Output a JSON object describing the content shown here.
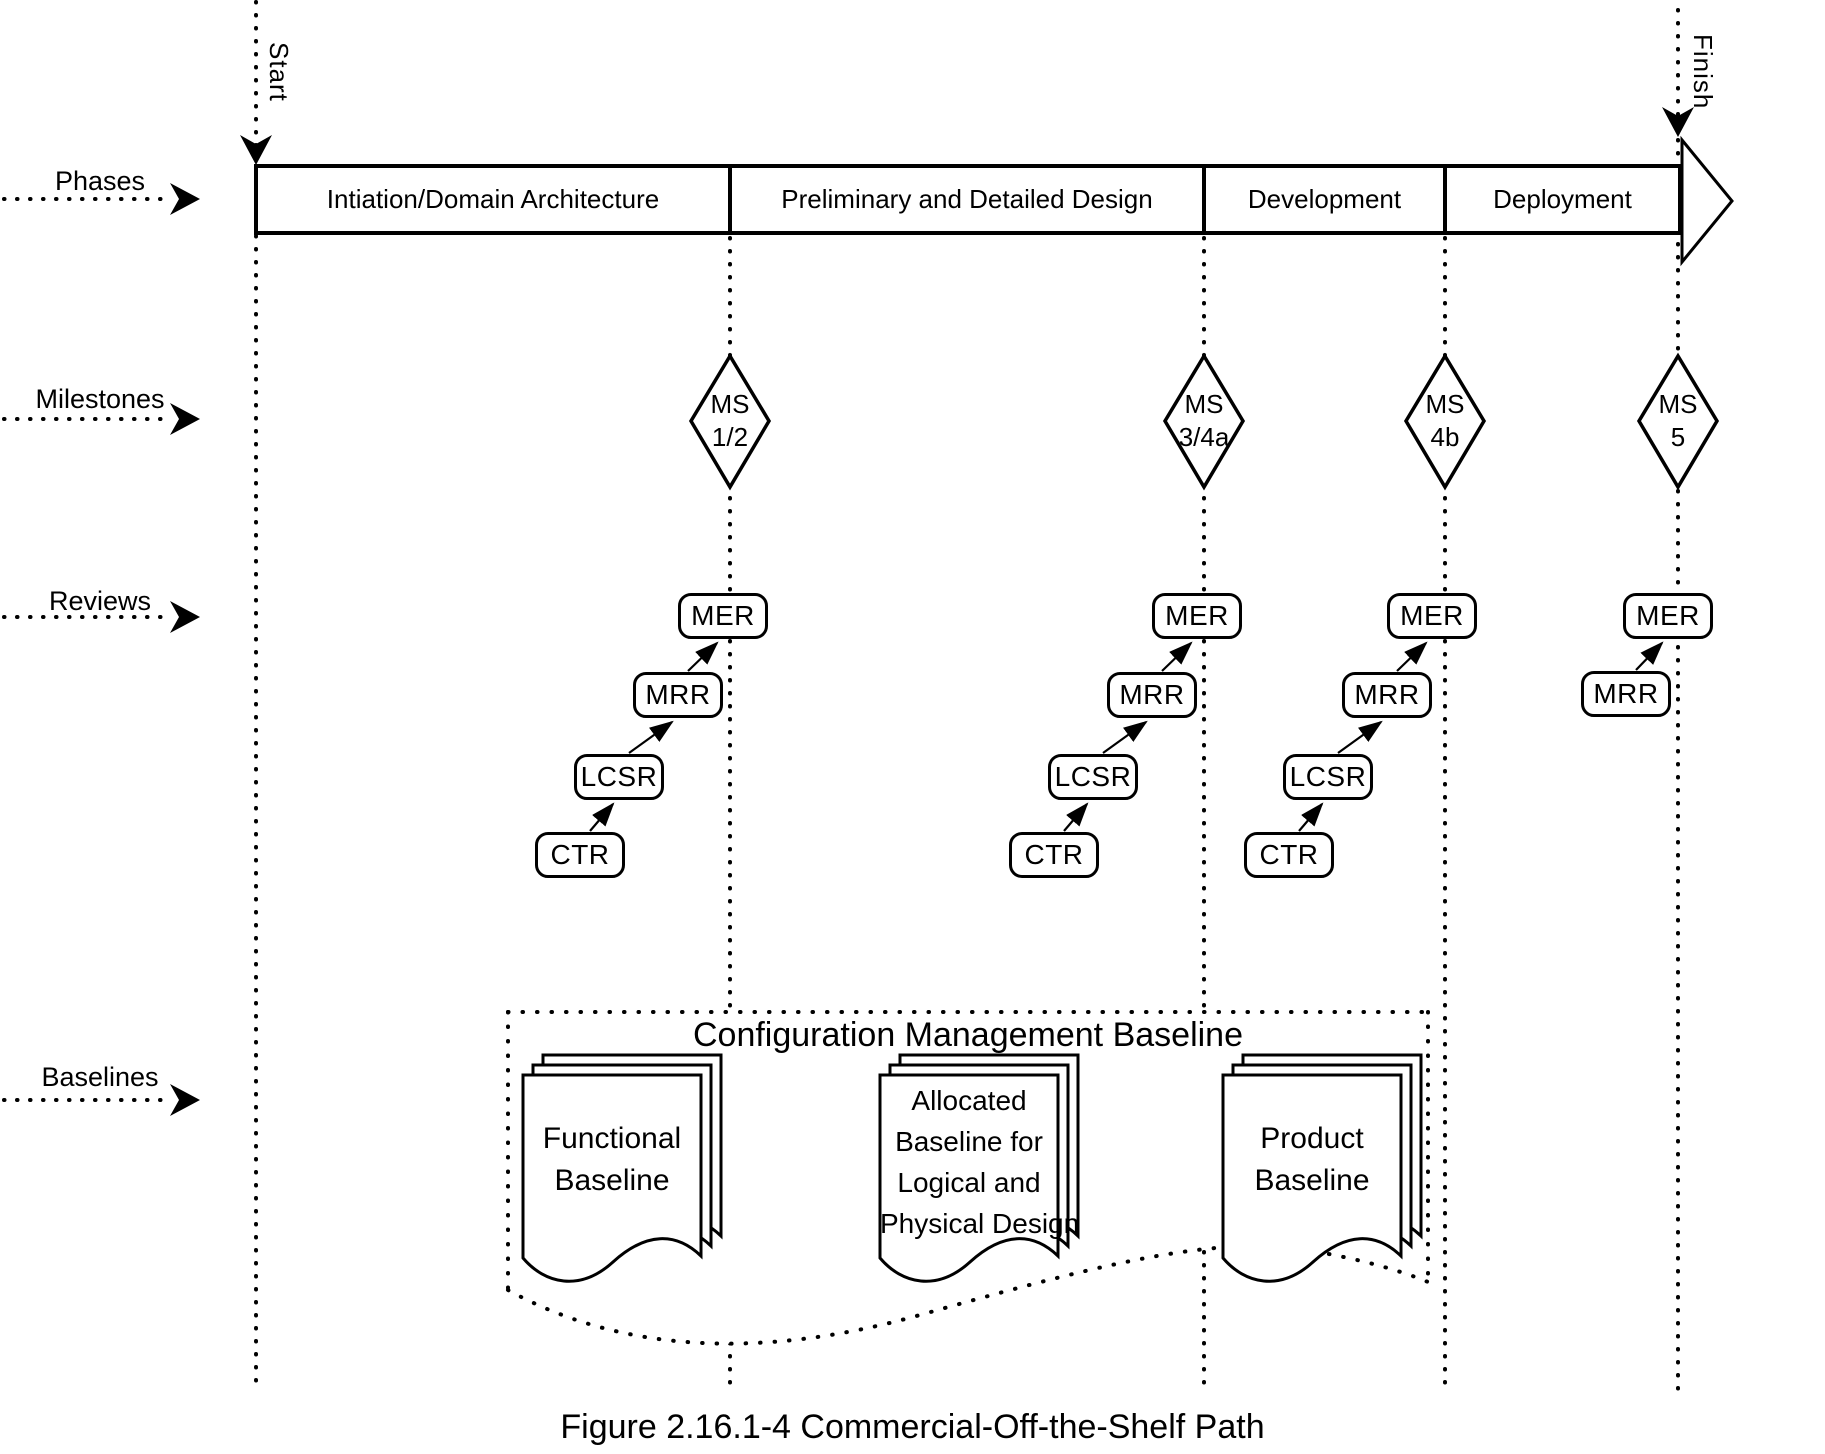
{
  "figure": {
    "caption": "Figure 2.16.1-4 Commercial-Off-the-Shelf Path"
  },
  "timeline": {
    "start_label": "Start",
    "finish_label": "Finish"
  },
  "row_labels": {
    "phases": "Phases",
    "milestones": "Milestones",
    "reviews": "Reviews",
    "baselines": "Baselines"
  },
  "phases": {
    "items": [
      {
        "label": "Intiation/Domain Architecture"
      },
      {
        "label": "Preliminary and Detailed Design"
      },
      {
        "label": "Development"
      },
      {
        "label": "Deployment"
      }
    ]
  },
  "milestones": {
    "items": [
      {
        "line1": "MS",
        "line2": "1/2"
      },
      {
        "line1": "MS",
        "line2": "3/4a"
      },
      {
        "line1": "MS",
        "line2": "4b"
      },
      {
        "line1": "MS",
        "line2": "5"
      }
    ]
  },
  "reviews": {
    "chains": [
      {
        "boxes": [
          {
            "label": "CTR"
          },
          {
            "label": "LCSR"
          },
          {
            "label": "MRR"
          },
          {
            "label": "MER"
          }
        ]
      },
      {
        "boxes": [
          {
            "label": "CTR"
          },
          {
            "label": "LCSR"
          },
          {
            "label": "MRR"
          },
          {
            "label": "MER"
          }
        ]
      },
      {
        "boxes": [
          {
            "label": "CTR"
          },
          {
            "label": "LCSR"
          },
          {
            "label": "MRR"
          },
          {
            "label": "MER"
          }
        ]
      },
      {
        "boxes": [
          {
            "label": "MRR"
          },
          {
            "label": "MER"
          }
        ]
      }
    ]
  },
  "baselines": {
    "title": "Configuration Management Baseline",
    "documents": [
      {
        "lines": [
          "Functional",
          "Baseline"
        ]
      },
      {
        "lines": [
          "Allocated",
          "Baseline for",
          "Logical and",
          "Physical Design"
        ]
      },
      {
        "lines": [
          "Product",
          "Baseline"
        ]
      }
    ]
  },
  "colors": {
    "ink": "#000000",
    "background": "#ffffff"
  }
}
